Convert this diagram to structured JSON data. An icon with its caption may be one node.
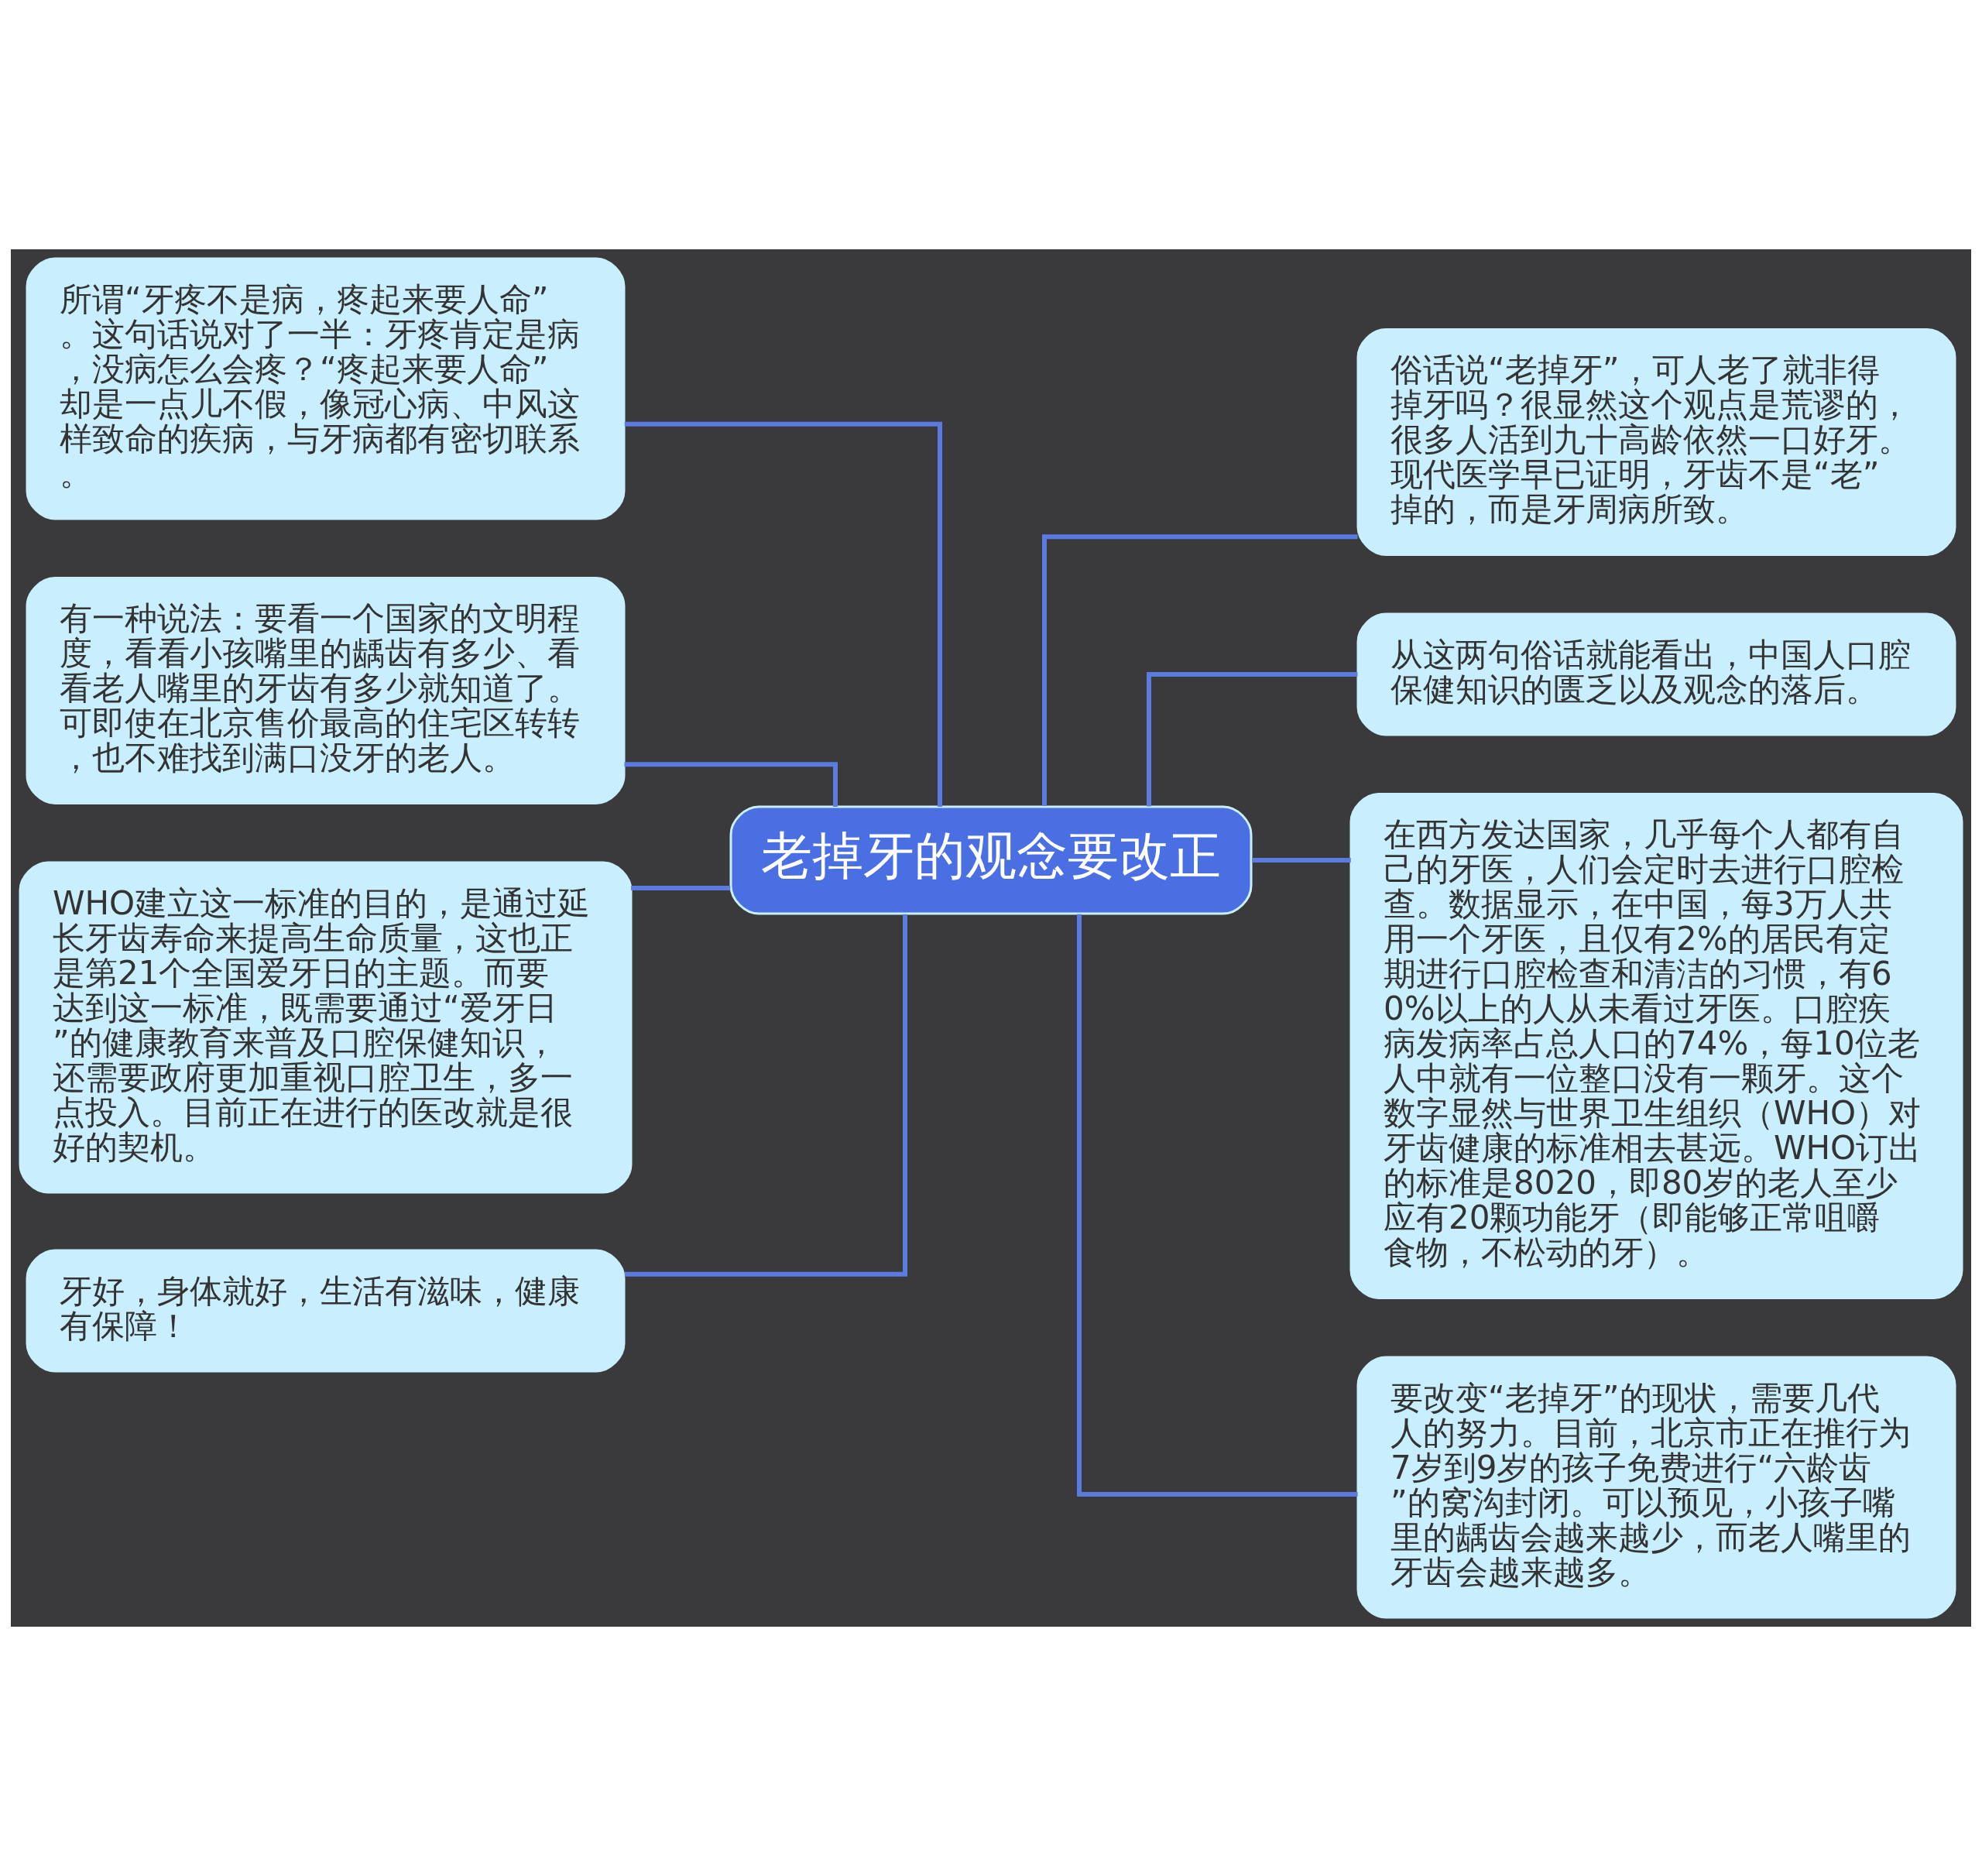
{
  "diagram": {
    "nodes": [
      {
        "text": [
          "老掉牙的观念要改正"
        ]
      },
      {
        "text": [
          "所谓“牙疼不是病，疼起来要人命”。这句话说对了一半：牙疼肯定是病，没病怎么会疼？“疼起来要人命”却是一点儿不假，像冠心病、中风这样致命的疾病，与牙病都有密切联系。"
        ]
      },
      {
        "text": [
          "有一种说法：要看一个国家的文明程度，看看小孩嘴里的龋齿有多少、看看老人嘴里的牙齿有多少就知道了。可即使在北京售价最高的住宅区转转，也不难找到满口没牙的老人。"
        ]
      },
      {
        "text": [
          "WHO建立这一标准的目的，是通过延长牙齿寿命来提高生命质量，这也正是第21个全国爱牙日的主题。而要达到这一标准，既需要通过“爱牙日”的健康教育来普及口腔保健知识，还需要政府更加重视口腔卫生，多一点投入。目前正在进行的医改就是很好的契机。"
        ]
      },
      {
        "text": [
          "牙好，身体就好，生活有滋味，健康有保障！"
        ]
      },
      {
        "text": [
          "俗话说“老掉牙”，可人老了就非得掉牙吗？很显然这个观点是荒谬的，很多人活到九十高龄依然一口好牙。现代医学早已证明，牙齿不是“老”掉的，而是牙周病所致。"
        ]
      },
      {
        "text": [
          "从这两句俗话就能看出，中国人口腔保健知识的匮乏以及观念的落后。"
        ]
      },
      {
        "text": [
          "在西方发达国家，几乎每个人都有自己的牙医，人们会定时去进行口腔检查。数据显示，在中国，每3万人共用一个牙医，且仅有2%的居民有定期进行口腔检查和清洁的习惯，有60%以上的人从未看过牙医。口腔疾病发病率占总人口的74%，每10位老人中就有一位整口没有一颗牙。这个数字显然与世界卫生组织（WHO）对牙齿健康的标准相去甚远。WHO订出的标准是8020，即80岁的老人至少应有20颗功能牙（即能够正常咀嚼食物，不松动的牙）。"
        ]
      },
      {
        "text": [
          "要改变“老掉牙”的现状，需要几代人的努力。目前，北京市正在推行为7岁到9岁的孩子免费进行“六龄齿”的窝沟封闭。可以预见，小孩子嘴里的龋齿会越来越少，而老人嘴里的牙齿会越来越多。"
        ]
      }
    ],
    "edges": [
      {
        "from": 0,
        "to": 1,
        "arrow": "none"
      },
      {
        "from": 0,
        "to": 2,
        "arrow": "none"
      },
      {
        "from": 0,
        "to": 3,
        "arrow": "none"
      },
      {
        "from": 0,
        "to": 4,
        "arrow": "none"
      },
      {
        "from": 0,
        "to": 5,
        "arrow": "none"
      },
      {
        "from": 0,
        "to": 6,
        "arrow": "none"
      },
      {
        "from": 0,
        "to": 7,
        "arrow": "none"
      },
      {
        "from": 0,
        "to": 8,
        "arrow": "none"
      }
    ]
  }
}
